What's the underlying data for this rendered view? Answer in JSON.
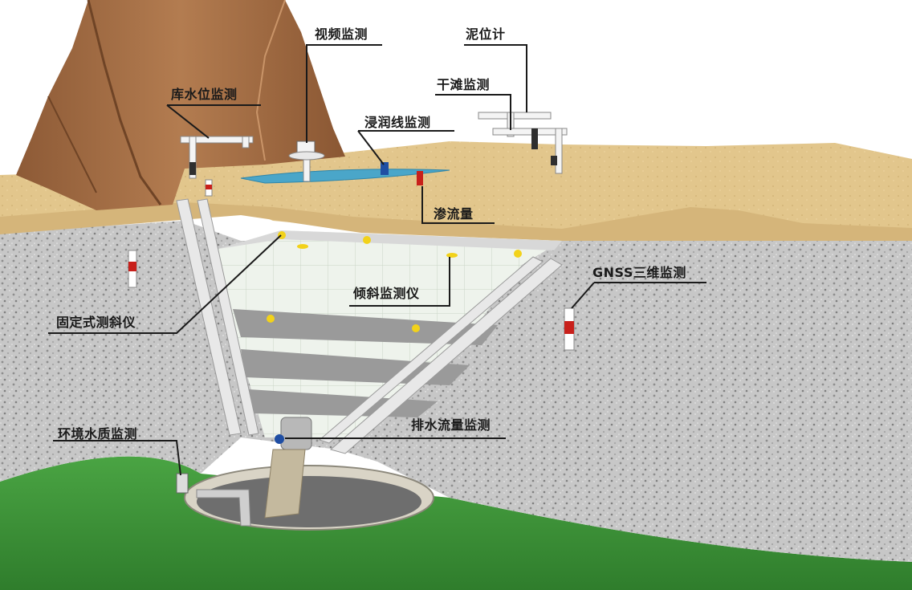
{
  "labels": {
    "video": "视频监测",
    "mud": "泥位计",
    "reservoir_level": "库水位监测",
    "beach": "干滩监测",
    "phreatic": "浸润线监测",
    "seepage": "渗流量",
    "gnss": "GNSS三维监测",
    "inclinometer": "倾斜监测仪",
    "fixed_inclinometer": "固定式测斜仪",
    "water_quality": "环境水质监测",
    "drainage": "排水流量监测"
  },
  "colors": {
    "sky": "#ffffff",
    "sand": "#e3c78e",
    "mountain": "#a9724a",
    "gravel": "#c9c9c9",
    "grass": "#3f9a3a",
    "dam_face": "#eef3ec",
    "water": "#4aa6c9",
    "sensor_yellow": "#f2d21a",
    "leader_line": "#1a1a1a"
  }
}
